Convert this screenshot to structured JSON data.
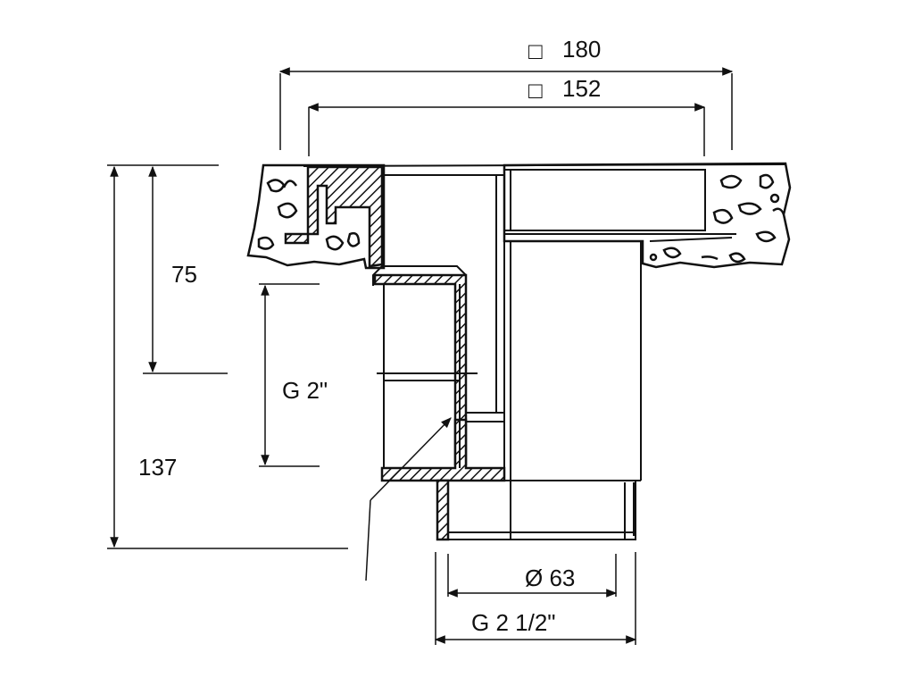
{
  "diagram": {
    "dimensions": {
      "outer_width": {
        "symbol": "□",
        "value": "180"
      },
      "inner_width": {
        "symbol": "□",
        "value": "152"
      },
      "depth_upper": "75",
      "depth_total": "137",
      "thread_upper": "G 2\"",
      "outlet_diameter": "Ø 63",
      "thread_lower": "G 2 1/2\""
    }
  }
}
